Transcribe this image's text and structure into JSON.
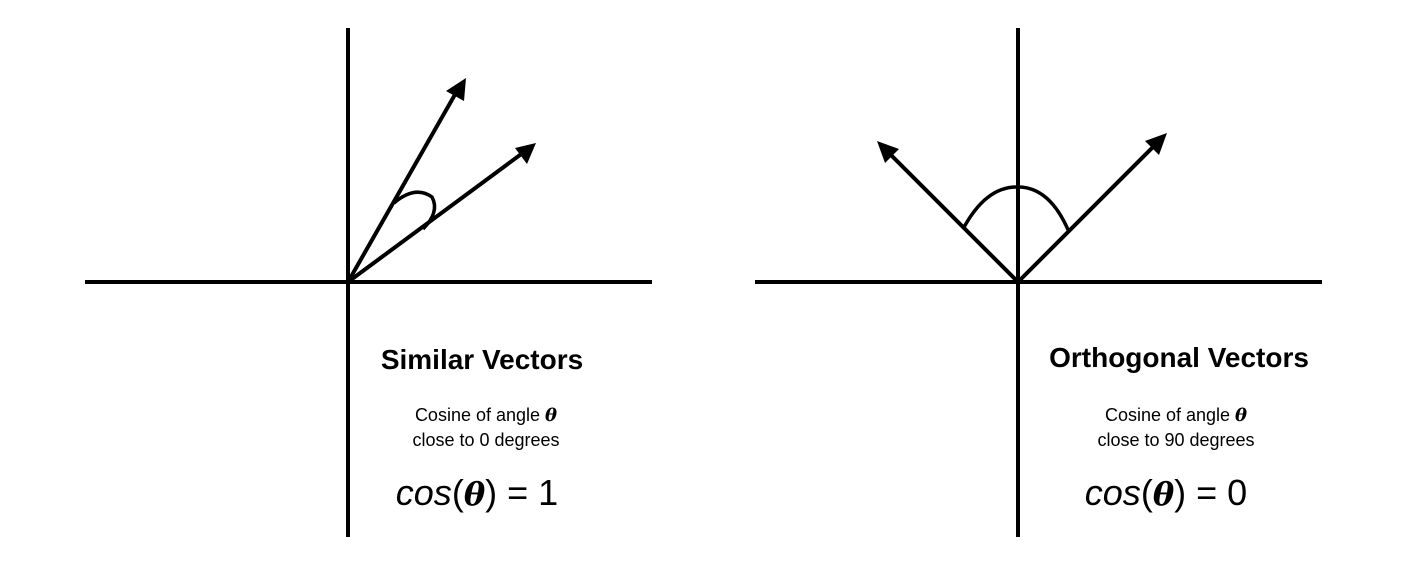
{
  "panels": [
    {
      "title": "Similar Vectors",
      "desc_line1_prefix": "Cosine of angle ",
      "desc_line2": "close to 0 degrees",
      "theta": "θ",
      "formula_fn": "cos",
      "formula_open": "(",
      "formula_close": ") = ",
      "formula_value": "1"
    },
    {
      "title": "Orthogonal Vectors",
      "desc_line1_prefix": "Cosine of angle ",
      "desc_line2": "close to 90 degrees",
      "theta": "θ",
      "formula_fn": "cos",
      "formula_open": "(",
      "formula_close": ") = ",
      "formula_value": "0"
    }
  ],
  "colors": {
    "stroke": "#000000",
    "background": "#ffffff"
  }
}
